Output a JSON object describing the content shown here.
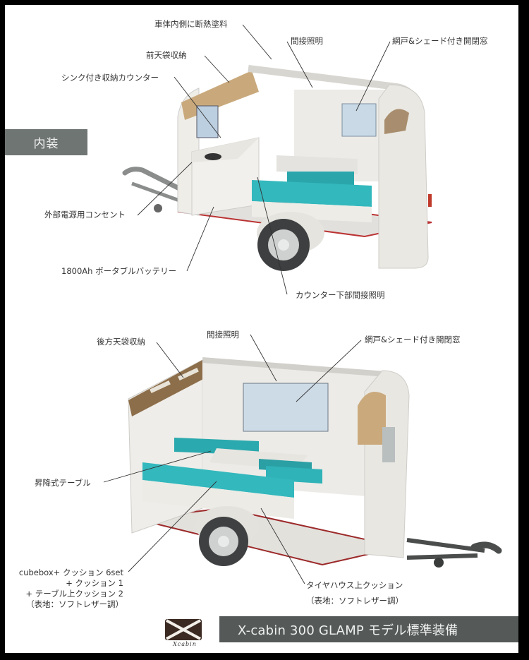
{
  "section_tab": "内装",
  "top_render": {
    "labels": [
      {
        "id": "insulation",
        "text": "車体内側に断熱塗料"
      },
      {
        "id": "front-storage",
        "text": "前天袋収納"
      },
      {
        "id": "sink-counter",
        "text": "シンク付き収納カウンター"
      },
      {
        "id": "indirect-light-top",
        "text": "間接照明"
      },
      {
        "id": "window-top",
        "text": "網戸&シェード付き開閉窓"
      },
      {
        "id": "outlet",
        "text": "外部電源用コンセント"
      },
      {
        "id": "battery",
        "text": "1800Ah ポータブルバッテリー"
      },
      {
        "id": "counter-light",
        "text": "カウンター下部間接照明"
      }
    ]
  },
  "bottom_render": {
    "labels": [
      {
        "id": "rear-storage",
        "text": "後方天袋収納"
      },
      {
        "id": "indirect-light-bottom",
        "text": "間接照明"
      },
      {
        "id": "window-bottom",
        "text": "網戸&シェード付き開閉窓"
      },
      {
        "id": "lift-table",
        "text": "昇降式テーブル"
      }
    ],
    "cushion_set": [
      "cubebox+ クッション 6set",
      "+ クッション 1",
      "+ テーブル上クッション 2",
      "（表地：ソフトレザー調）"
    ],
    "tire_cushion": [
      "タイヤハウス上クッション",
      "（表地：ソフトレザー調）"
    ]
  },
  "footer": {
    "logo_word": "Xcabin",
    "title": "X-cabin 300 GLAMP モデル標準装備"
  },
  "colors": {
    "frame": "#000000",
    "tab": "#6f7573",
    "footer": "#555a59",
    "cushion_teal": "#2fb3b8",
    "wood": "#b89a72",
    "logo_brown": "#3a2a22"
  }
}
